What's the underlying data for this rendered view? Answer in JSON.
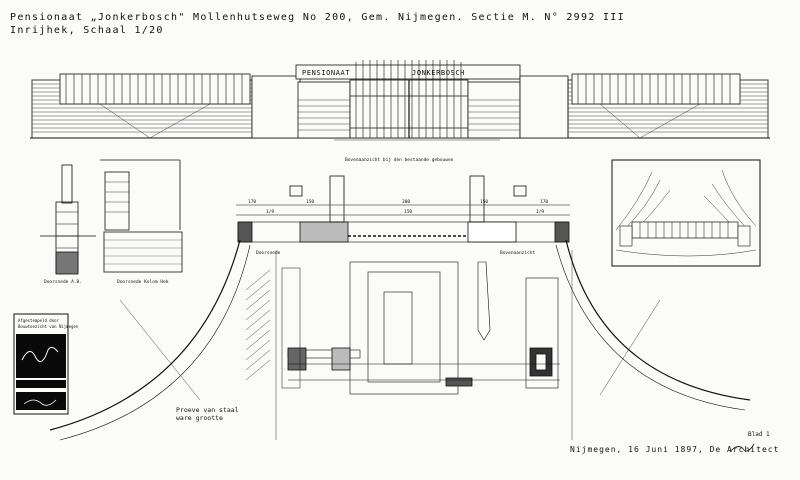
{
  "title_block": {
    "line1": "Pensionaat „Jonkerbosch\" Mollenhutseweg No 200, Gem. Nijmegen. Sectie M. N° 2992 III",
    "line2": "Inrijhek, Schaal 1/20"
  },
  "elevation": {
    "sign_left": "PENSIONAAT",
    "sign_right": "JONKERBOSCH",
    "note": "Bovenaanzicht bij den bestaande gebouwen"
  },
  "detail_labels": {
    "section_a": "Doorsnede A.B.",
    "section_b": "Doorsnede Kolom Hek",
    "plan_left": "Doorsnede",
    "plan_right": "Bovenaanzicht"
  },
  "dimensions": {
    "top_row": [
      "170",
      "150",
      "380",
      "150",
      "170"
    ],
    "second_row": [
      "1/9",
      "150",
      "1/9"
    ]
  },
  "stamp": {
    "line1": "Afgestempeld door",
    "line2": "Bouwtoezicht van Nijmegen"
  },
  "sample_note": {
    "line1": "Proeve van staal",
    "line2": "ware grootte"
  },
  "signature": {
    "place_date": "Nijmegen, 16 Juni 1897, De Architect",
    "sheet_no": "Blad 1"
  },
  "colors": {
    "ink": "#111111",
    "paper": "#fbfbfa",
    "stamp_bg": "#0a0a0a"
  }
}
